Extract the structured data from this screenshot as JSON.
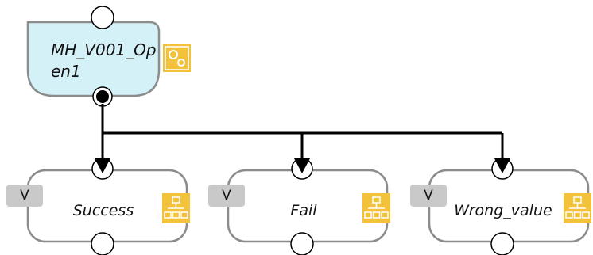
{
  "diagram": {
    "start_node": {
      "label": "MH_V001_Open1",
      "label_line1": "MH_V001_Op",
      "label_line2": "en1",
      "icon": "gears-icon"
    },
    "result_nodes": [
      {
        "label": "Success",
        "badge": "V",
        "icon": "hierarchy-icon"
      },
      {
        "label": "Fail",
        "badge": "V",
        "icon": "hierarchy-icon"
      },
      {
        "label": "Wrong_value",
        "badge": "V",
        "icon": "hierarchy-icon"
      }
    ]
  },
  "colors": {
    "start_node_fill": "#d4f1f8",
    "node_border": "#8c8c8c",
    "icon_fill": "#f2c23a",
    "connector": "#000000",
    "badge_fill": "#c9c9c9"
  }
}
